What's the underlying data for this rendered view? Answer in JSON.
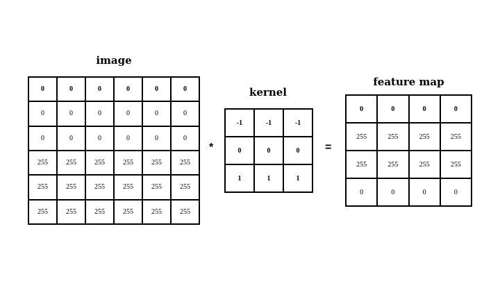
{
  "image": {
    "title": "image",
    "rows": [
      [
        "0",
        "0",
        "0",
        "0",
        "0",
        "0"
      ],
      [
        "0",
        "0",
        "0",
        "0",
        "0",
        "0"
      ],
      [
        "0",
        "0",
        "0",
        "0",
        "0",
        "0"
      ],
      [
        "255",
        "255",
        "255",
        "255",
        "255",
        "255"
      ],
      [
        "255",
        "255",
        "255",
        "255",
        "255",
        "255"
      ],
      [
        "255",
        "255",
        "255",
        "255",
        "255",
        "255"
      ]
    ]
  },
  "kernel": {
    "title": "kernel",
    "rows": [
      [
        "-1",
        "-1",
        "-1"
      ],
      [
        "0",
        "0",
        "0"
      ],
      [
        "1",
        "1",
        "1"
      ]
    ]
  },
  "feature_map": {
    "title": "feature map",
    "rows": [
      [
        "0",
        "0",
        "0",
        "0"
      ],
      [
        "255",
        "255",
        "255",
        "255"
      ],
      [
        "255",
        "255",
        "255",
        "255"
      ],
      [
        "0",
        "0",
        "0",
        "0"
      ]
    ]
  },
  "operators": {
    "convolve": "*",
    "equals": "="
  }
}
